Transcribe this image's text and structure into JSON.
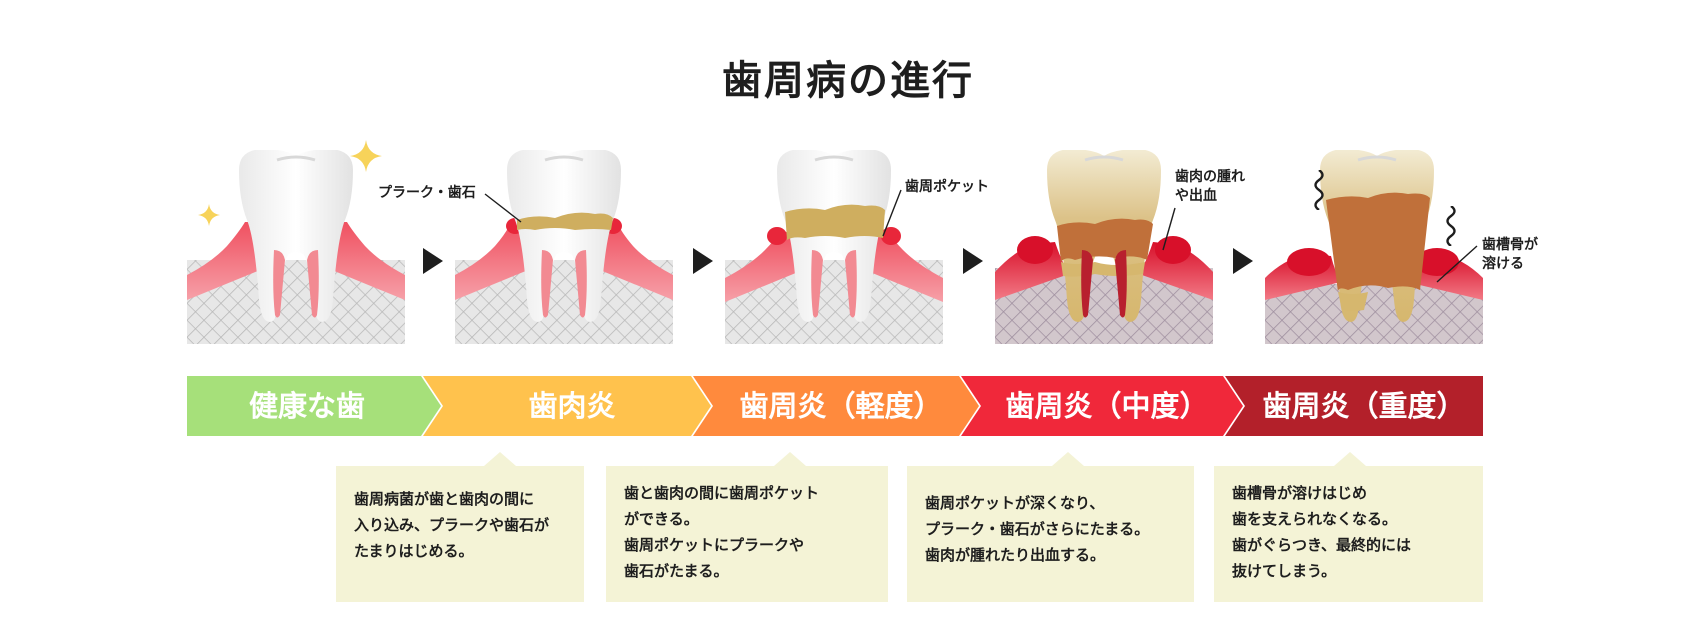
{
  "title": "歯周病の進行",
  "stages": [
    {
      "label": "健康な歯"
    },
    {
      "label": "歯肉炎"
    },
    {
      "label": "歯周炎（軽度）"
    },
    {
      "label": "歯周炎（中度）"
    },
    {
      "label": "歯周炎（重度）"
    }
  ],
  "callouts": {
    "plaque": "プラーク・歯石",
    "pocket": "歯周ポケット",
    "swelling": [
      "歯肉の腫れ",
      "や出血"
    ],
    "bone": [
      "歯槽骨が",
      "溶ける"
    ]
  },
  "descriptions": [
    [
      "歯周病菌が歯と歯肉の間に",
      "入り込み、プラークや歯石が",
      "たまりはじめる。"
    ],
    [
      "歯と歯肉の間に歯周ポケット",
      "ができる。",
      "歯周ポケットにプラークや",
      "歯石がたまる。"
    ],
    [
      "歯周ポケットが深くなり、",
      "プラーク・歯石がさらにたまる。",
      "歯肉が腫れたり出血する。"
    ],
    [
      "歯槽骨が溶けはじめ",
      "歯を支えられなくなる。",
      "歯がぐらつき、最終的には",
      "抜けてしまう。"
    ]
  ],
  "colors": {
    "healthy": "#a6e07a",
    "gingivitis": "#ffc24d",
    "mild": "#ff8a3d",
    "moderate": "#f0283a",
    "severe": "#b3202a",
    "gum": "#f07a82",
    "bone_grid": "#cfcfcf",
    "tooth": "#f5f5f5",
    "plaque": "#cfae5f",
    "box_bg": "#f4f3d6"
  }
}
